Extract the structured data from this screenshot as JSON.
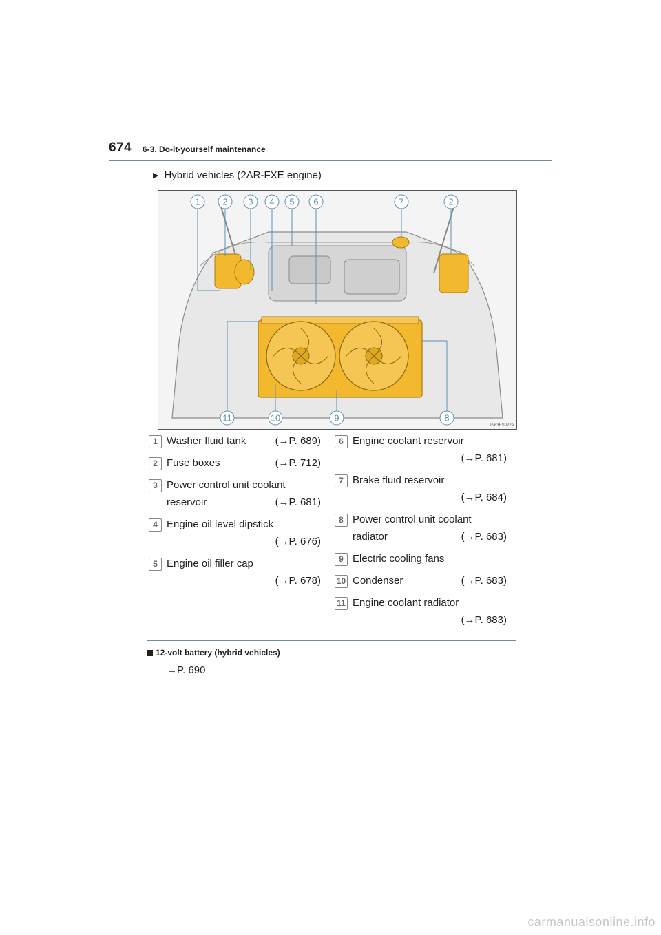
{
  "header": {
    "page_number": "674",
    "section": "6-3. Do-it-yourself maintenance"
  },
  "variant": {
    "marker": "▶",
    "label": "Hybrid vehicles (2AR-FXE engine)"
  },
  "figure": {
    "code": "IN63ES022a",
    "callouts_top": [
      "1",
      "2",
      "3",
      "4",
      "5",
      "6",
      "7",
      "2"
    ],
    "callouts_bottom": [
      "11",
      "10",
      "9",
      "8"
    ],
    "accent_color": "#f2b82e",
    "callout_color": "#5b8fb0"
  },
  "items_left": [
    {
      "num": "1",
      "label": "Washer fluid tank",
      "ref": "(→P. 689)"
    },
    {
      "num": "2",
      "label": "Fuse boxes",
      "ref": "(→P. 712)"
    },
    {
      "num": "3",
      "label": "Power control unit coolant",
      "label2": "reservoir",
      "ref": "(→P. 681)"
    },
    {
      "num": "4",
      "label": "Engine oil level dipstick",
      "ref": "(→P. 676)"
    },
    {
      "num": "5",
      "label": "Engine oil filler cap",
      "ref": "(→P. 678)"
    }
  ],
  "items_right": [
    {
      "num": "6",
      "label": "Engine coolant reservoir",
      "ref": "(→P. 681)"
    },
    {
      "num": "7",
      "label": "Brake fluid reservoir",
      "ref": "(→P. 684)"
    },
    {
      "num": "8",
      "label": "Power control unit coolant",
      "label2": "radiator",
      "ref": "(→P. 683)"
    },
    {
      "num": "9",
      "label": "Electric cooling fans"
    },
    {
      "num": "10",
      "label": "Condenser",
      "ref": "(→P. 683)"
    },
    {
      "num": "11",
      "label": "Engine coolant radiator",
      "ref": "(→P. 683)"
    }
  ],
  "note": {
    "title": "12-volt battery (hybrid vehicles)",
    "body": "→P. 690"
  },
  "watermark": "carmanualsonline.info"
}
